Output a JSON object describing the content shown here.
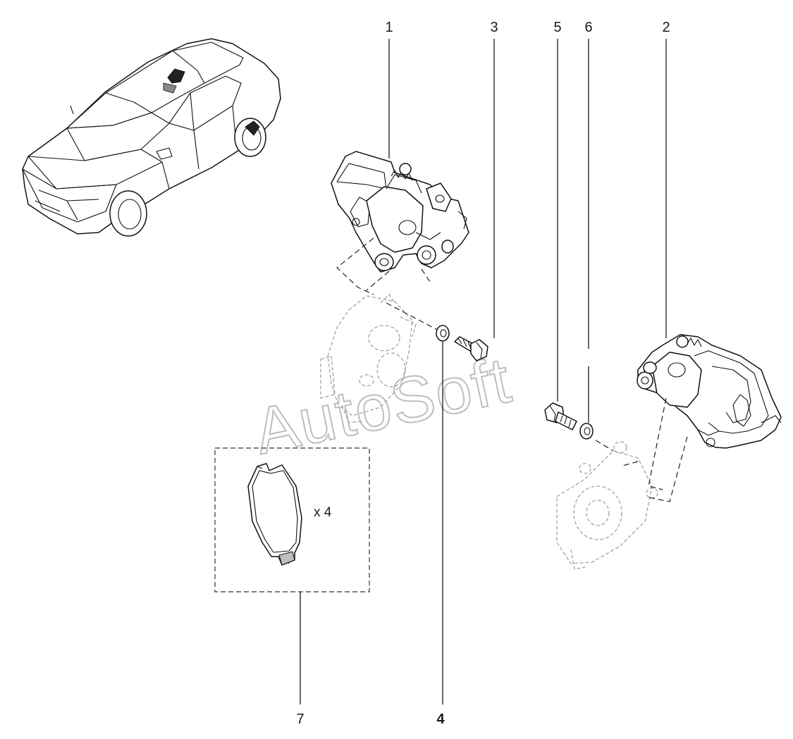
{
  "callouts": {
    "c1": "1",
    "c2": "2",
    "c3": "3",
    "c4": "4",
    "c5": "5",
    "c6": "6",
    "c7": "7"
  },
  "kit": {
    "quantity": "x 4"
  },
  "watermark": {
    "text": "AutoSoft",
    "color": "#bdbdbd"
  }
}
